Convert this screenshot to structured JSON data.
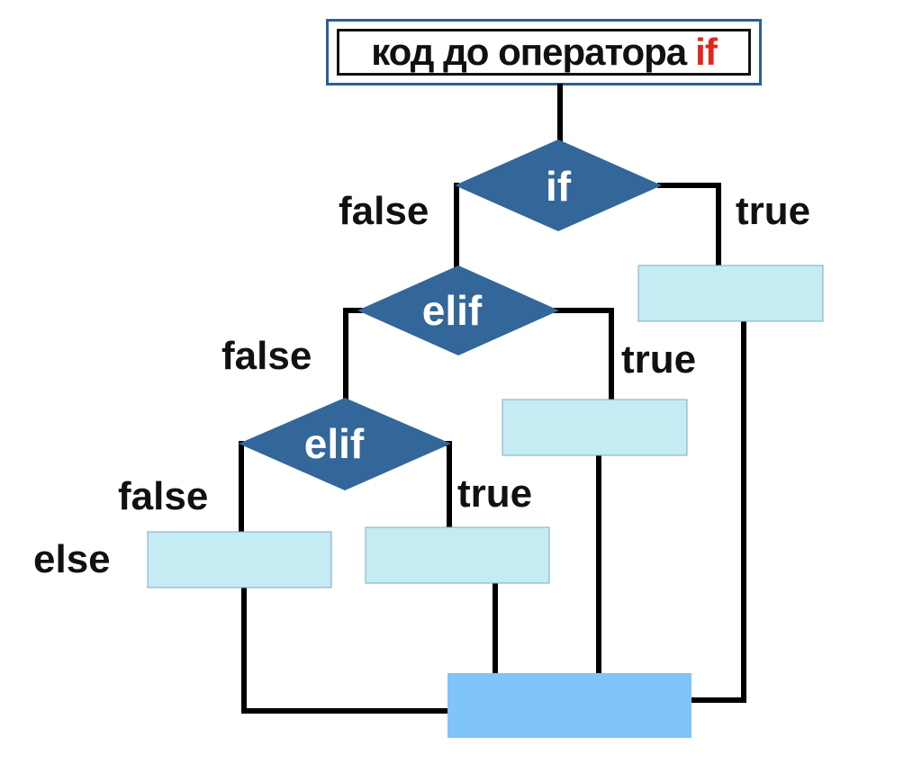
{
  "title": {
    "text": "код до оператора",
    "keyword": "if"
  },
  "decisions": [
    "if",
    "elif",
    "elif"
  ],
  "branch_labels": {
    "if_false": "false",
    "if_true": "true",
    "elif1_false": "false",
    "elif1_true": "true",
    "elif2_false": "false",
    "elif2_true": "true",
    "else": "else"
  },
  "colors": {
    "diamond": "#336699",
    "action_block": "#c4ecf2",
    "merge_block": "#7fc4fb",
    "line": "#000000",
    "title_keyword": "#e0261b"
  }
}
